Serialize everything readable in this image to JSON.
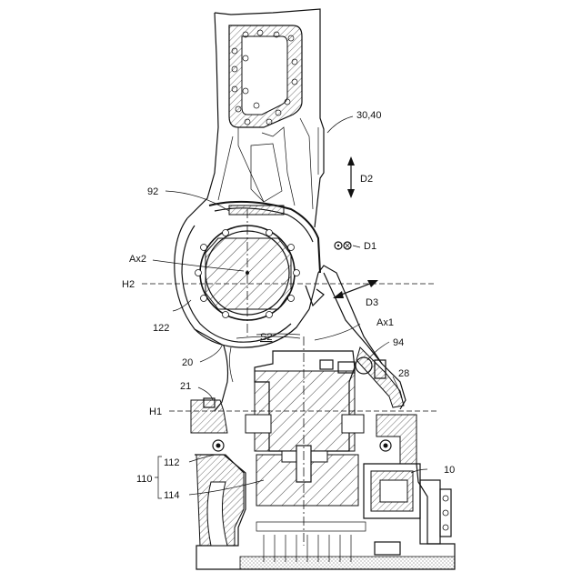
{
  "labels": {
    "l30_40": "30,40",
    "d2": "D2",
    "l92": "92",
    "d1": "D1",
    "ax2": "Ax2",
    "h2": "H2",
    "d3": "D3",
    "ax1": "Ax1",
    "l122": "122",
    "s2": "S2",
    "l94": "94",
    "l20": "20",
    "l28": "28",
    "l21": "21",
    "h1": "H1",
    "l112": "112",
    "l10": "10",
    "l110": "110",
    "l114": "114"
  }
}
